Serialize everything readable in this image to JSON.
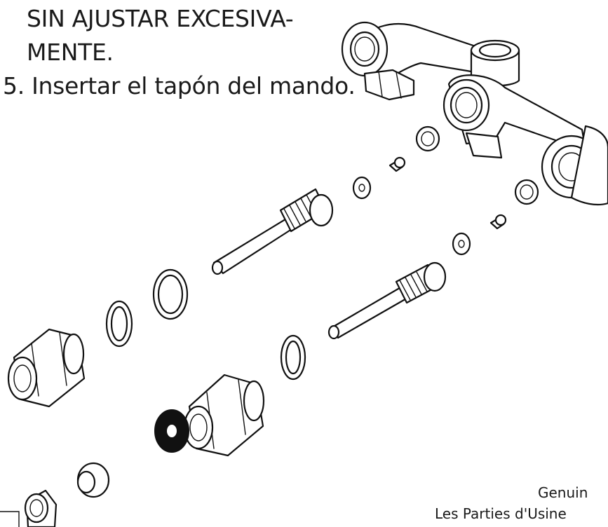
{
  "instructions": {
    "line1": "SIN AJUSTAR EXCESIVA-",
    "line2": "MENTE.",
    "line3": "5. Insertar el tapón del mando."
  },
  "footer": {
    "line1": "Genuin",
    "line2": "Les Parties d'Usine"
  },
  "icons": {
    "valve-body": "faucet-valve-body-icon",
    "stem": "valve-stem-icon",
    "nut": "hex-nut-icon",
    "washer": "washer-icon",
    "screw": "screw-icon",
    "seat": "valve-seat-icon"
  }
}
